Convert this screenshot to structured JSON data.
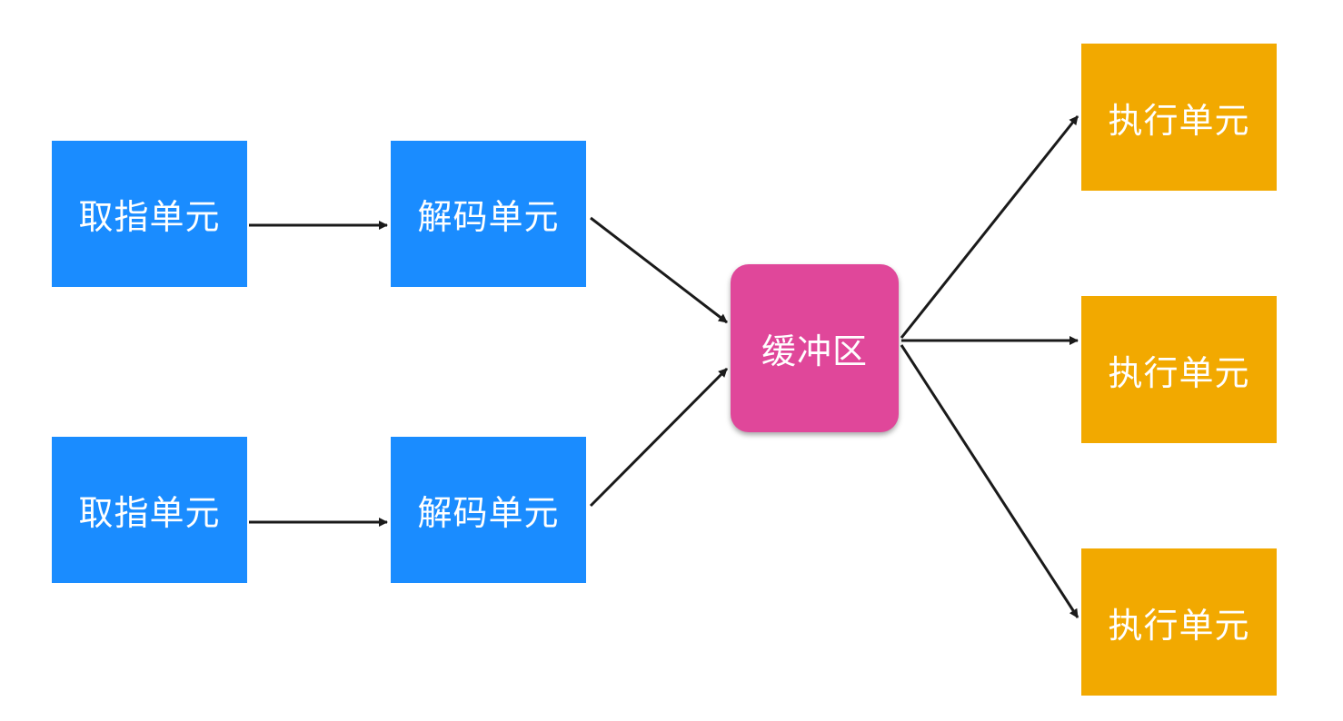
{
  "nodes": {
    "fetch_units": [
      {
        "label": "取指单元"
      },
      {
        "label": "取指单元"
      }
    ],
    "decode_units": [
      {
        "label": "解码单元"
      },
      {
        "label": "解码单元"
      }
    ],
    "buffer": {
      "label": "缓冲区"
    },
    "execute_units": [
      {
        "label": "执行单元"
      },
      {
        "label": "执行单元"
      },
      {
        "label": "执行单元"
      }
    ]
  },
  "edges": [
    {
      "from": "取指单元 (1)",
      "to": "解码单元 (1)"
    },
    {
      "from": "取指单元 (2)",
      "to": "解码单元 (2)"
    },
    {
      "from": "解码单元 (1)",
      "to": "缓冲区"
    },
    {
      "from": "解码单元 (2)",
      "to": "缓冲区"
    },
    {
      "from": "缓冲区",
      "to": "执行单元 (1)"
    },
    {
      "from": "缓冲区",
      "to": "执行单元 (2)"
    },
    {
      "from": "缓冲区",
      "to": "执行单元 (3)"
    }
  ],
  "colors": {
    "fetch_decode": "#1a8cff",
    "buffer": "#e0479a",
    "execute": "#f2a900",
    "arrow": "#1a1a1a",
    "text": "#ffffff"
  }
}
